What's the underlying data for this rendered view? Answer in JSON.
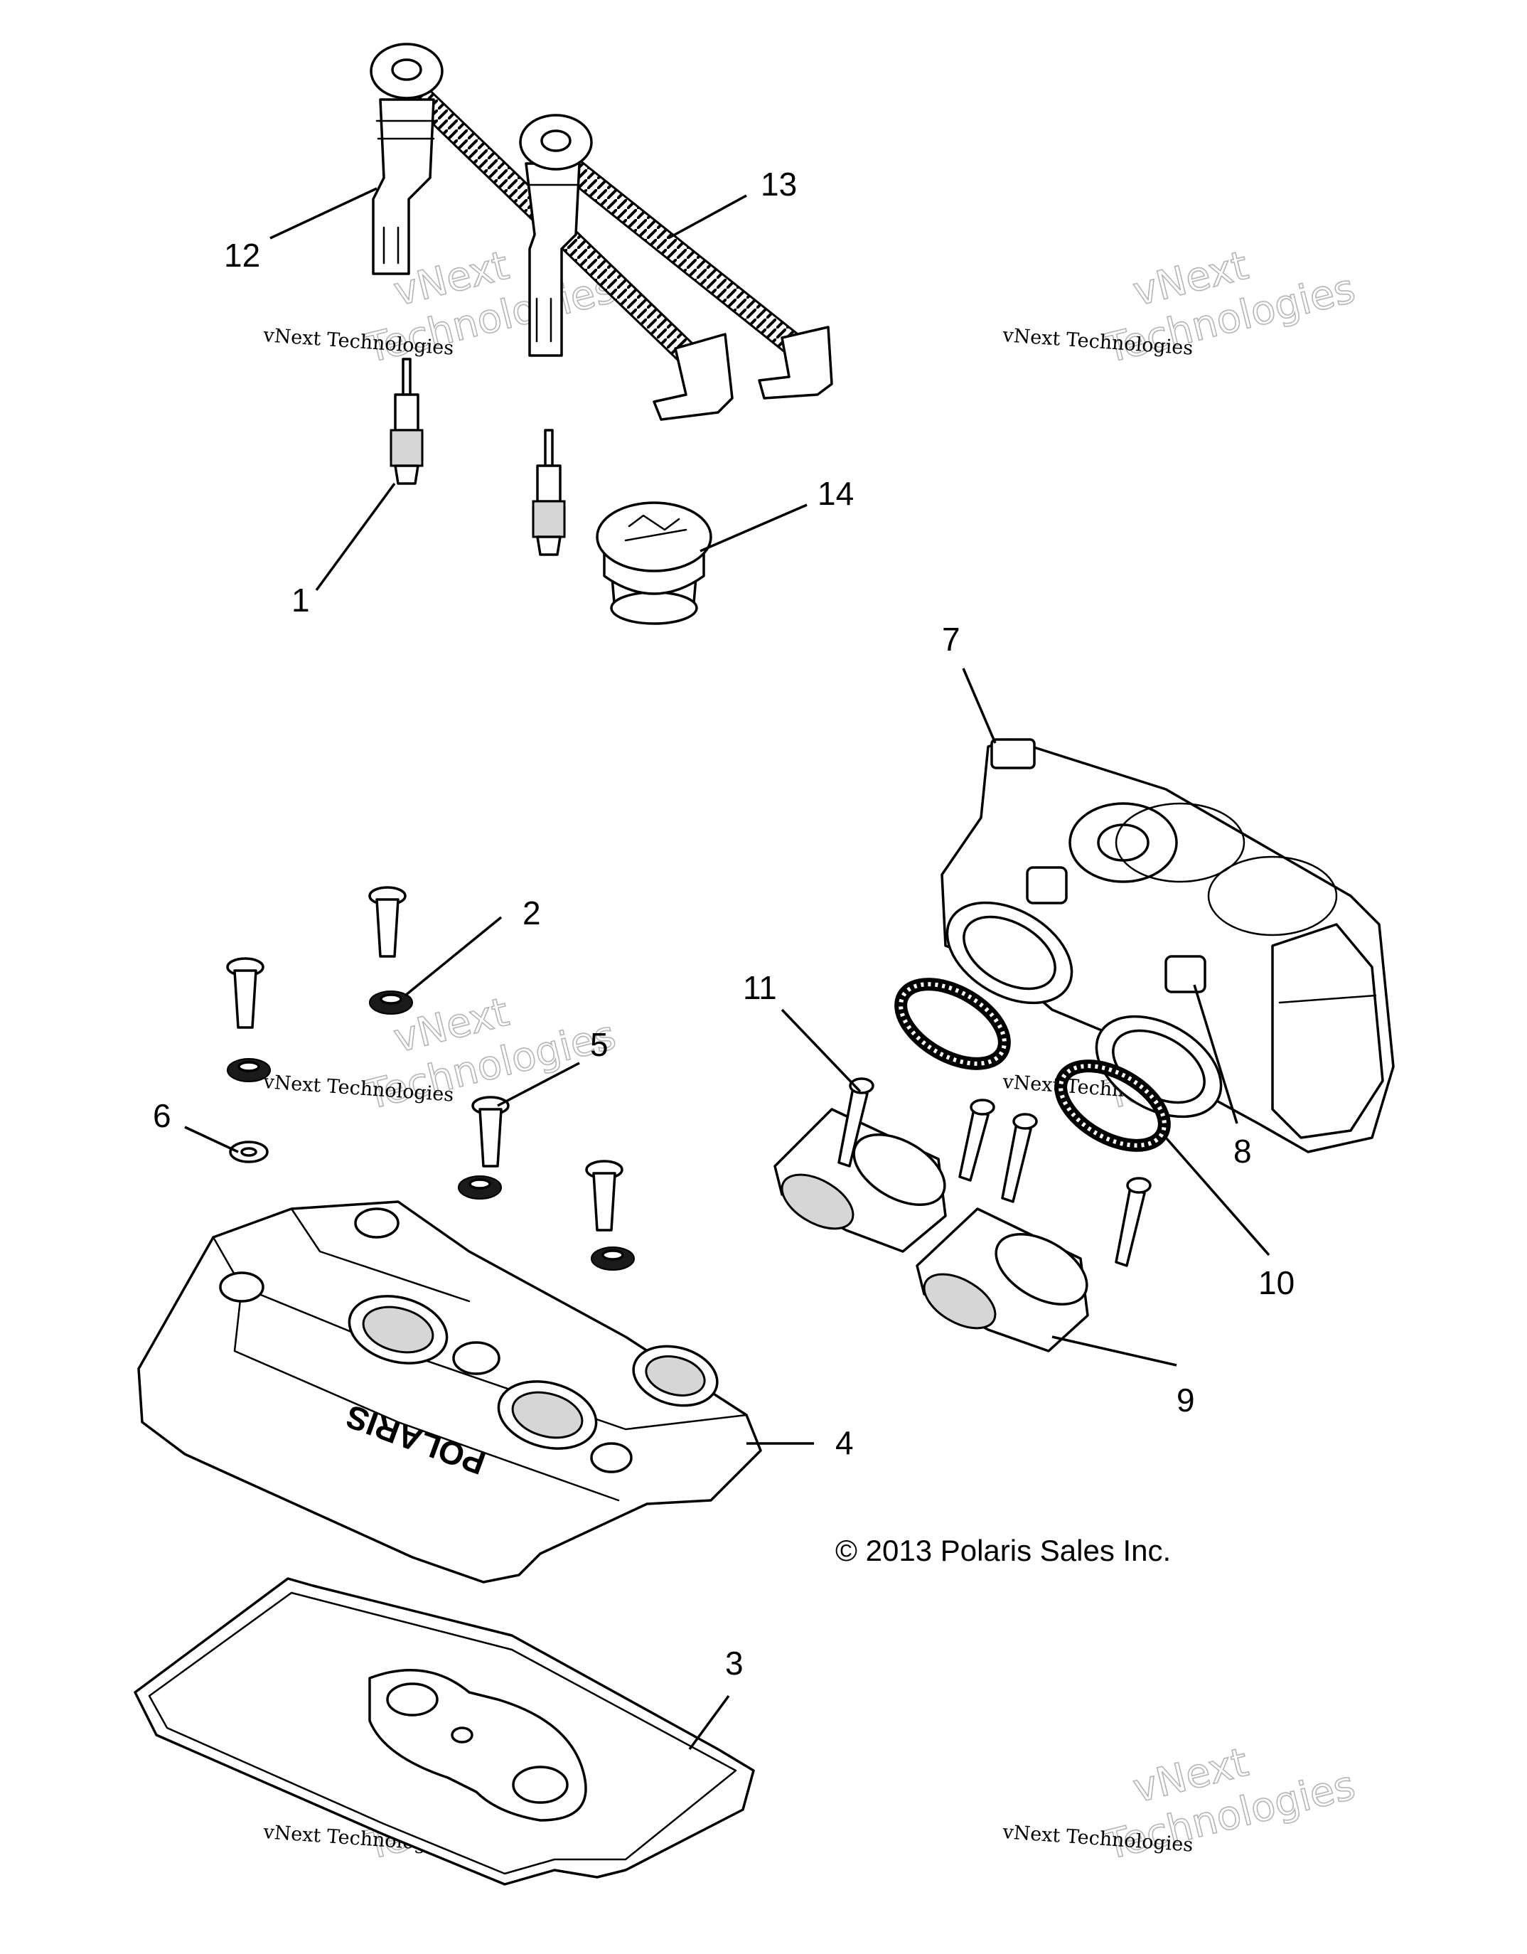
{
  "callouts": {
    "c1": "1",
    "c2": "2",
    "c3": "3",
    "c4": "4",
    "c5": "5",
    "c6": "6",
    "c7": "7",
    "c8": "8",
    "c9": "9",
    "c10": "10",
    "c11": "11",
    "c12": "12",
    "c13": "13",
    "c14": "14"
  },
  "copyright": "© 2013 Polaris Sales Inc.",
  "brand_on_cover": "POLARIS",
  "watermark": {
    "line1": "vNext",
    "line2": "Technologies",
    "small": "vNext Technologies"
  }
}
